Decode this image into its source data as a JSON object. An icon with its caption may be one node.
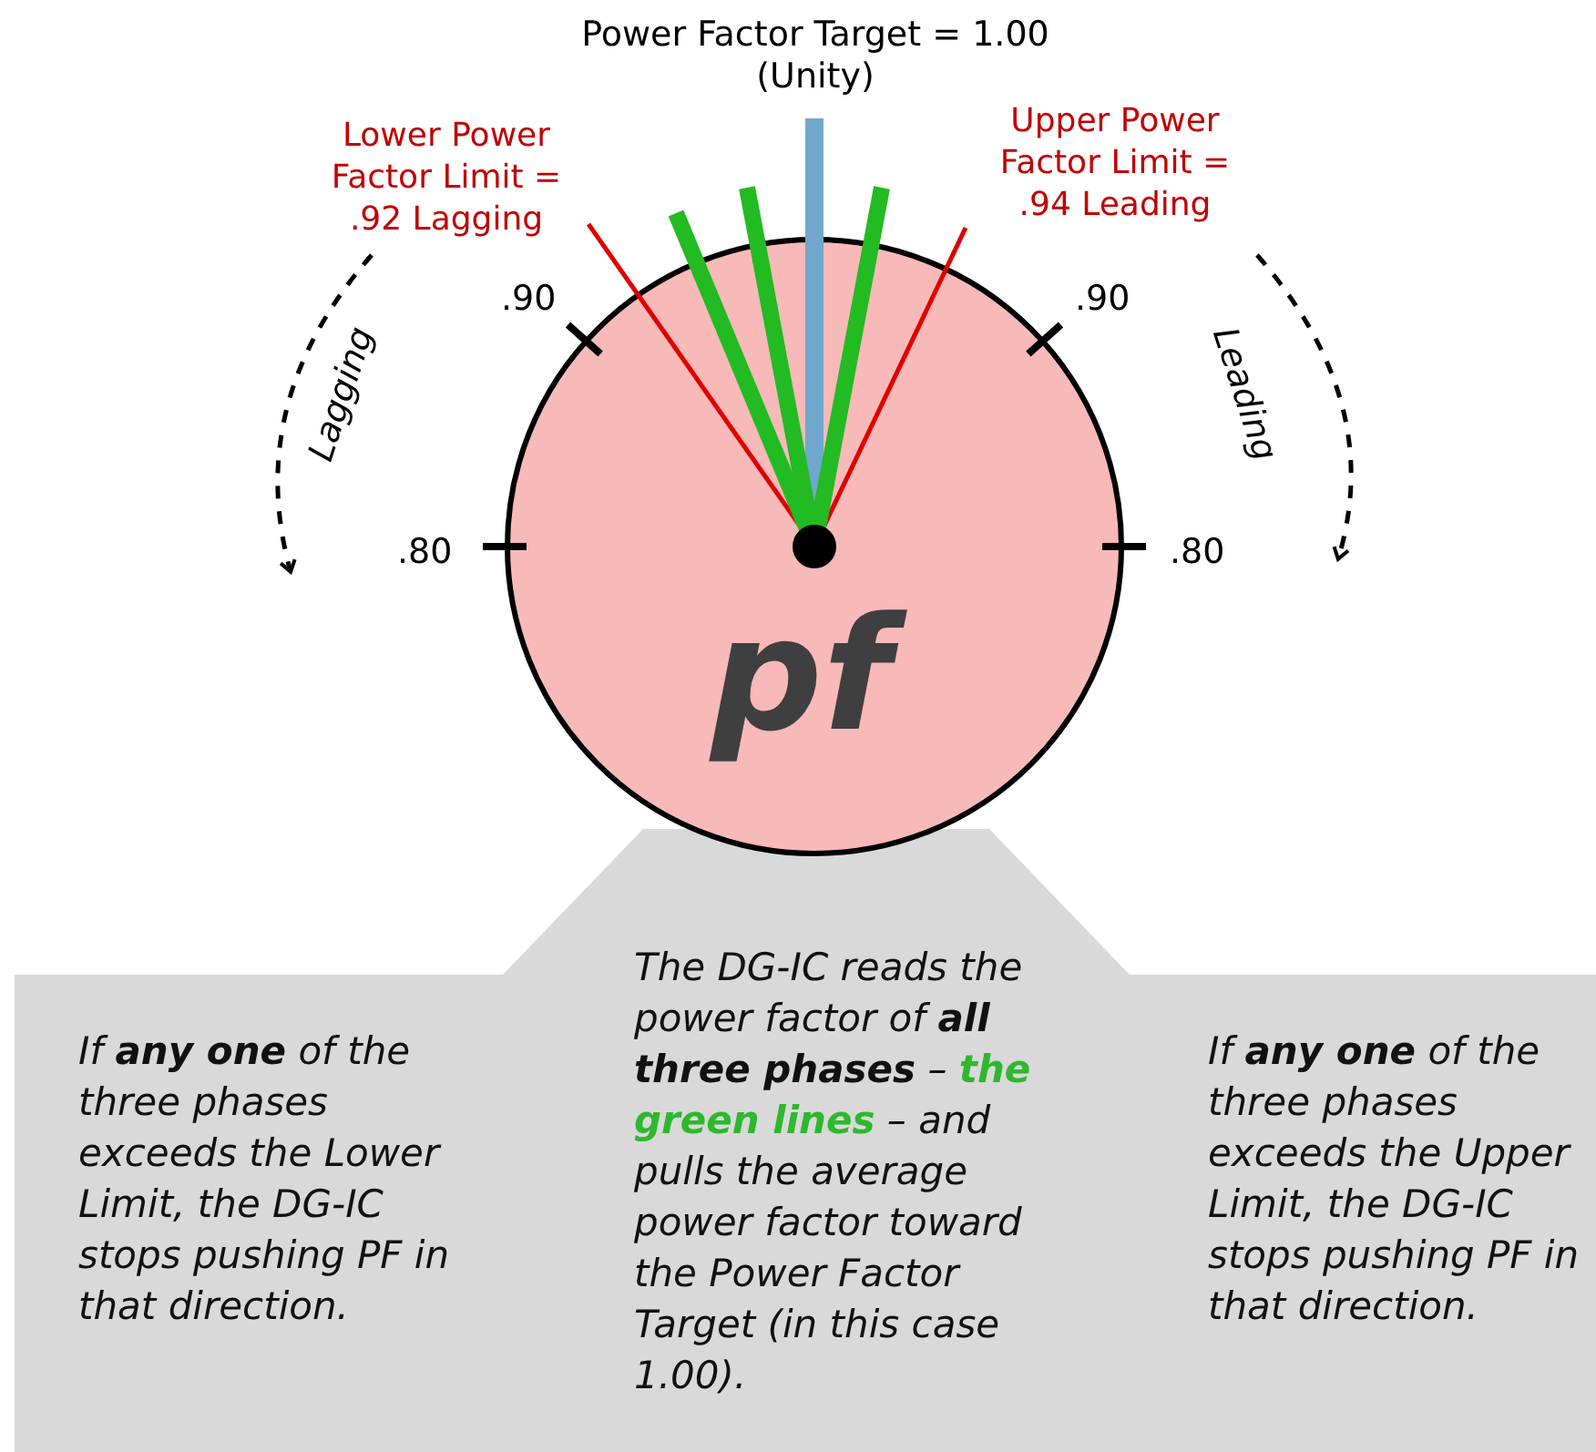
{
  "diagram": {
    "nodes": [
      {
        "text": [
          "pf"
        ]
      },
      {
        "text": [
          "If **any one** of the three phases exceeds the Lower Limit, the DG-IC stops pushing PF in that direction.",
          "The DG-IC reads the power factor of **all three phases** – **the green lines** – and pulls the average power factor toward the Power Factor Target (in this case 1.00).",
          "If **any one** of the three phases exceeds the Upper Limit, the DG-IC stops pushing PF in that direction."
        ]
      }
    ],
    "labels": [
      "Power Factor Target = 1.00 (Unity)",
      "Lower Power Factor Limit = .92 Lagging",
      "Upper Power Factor Limit = .94 Leading",
      ".90",
      ".90",
      "Lagging",
      "Leading",
      ".80",
      ".80"
    ]
  }
}
